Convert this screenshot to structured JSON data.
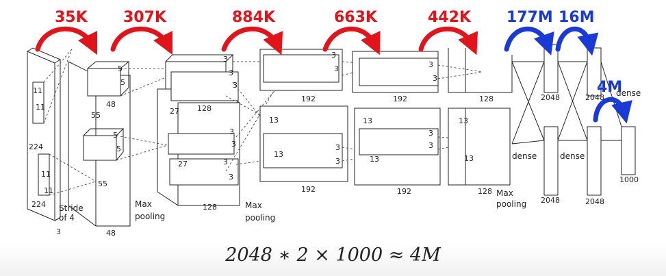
{
  "param_counts": {
    "conv1": "35K",
    "conv2": "307K",
    "conv3": "884K",
    "conv4": "663K",
    "conv5": "442K",
    "fc6": "177M",
    "fc7": "16M",
    "fc8": "4M"
  },
  "colors": {
    "conv_arrow": "#e0141a",
    "fc_arrow": "#1a3ad6",
    "lines": "#222222"
  },
  "diagram_labels": {
    "input_size": "224",
    "input_width": "224",
    "input_kernel": "11",
    "input_kernel_2": "11",
    "input_kernel_b": "11",
    "input_kernel_b_2": "11",
    "depth_3": "3",
    "stride_line1": "Stride",
    "stride_line2": "of 4",
    "conv1_size": "55",
    "conv1_size_b": "55",
    "conv1_k5": "5",
    "conv1_depth": "48",
    "conv1_depth_b": "48",
    "max_pool_1": "Max",
    "max_pool_2": "pooling",
    "conv2_size": "27",
    "conv2_size_b": "27",
    "conv2_k3": "3",
    "conv2_depth": "128",
    "conv2_depth_b": "128",
    "conv3_size": "13",
    "conv3_depth": "192",
    "conv4_depth": "192",
    "conv5_depth": "128",
    "fc_width": "2048",
    "fc_dense": "dense",
    "out_size": "1000"
  },
  "formula": "2048 ∗ 2 × 1000 ≈ 4M"
}
